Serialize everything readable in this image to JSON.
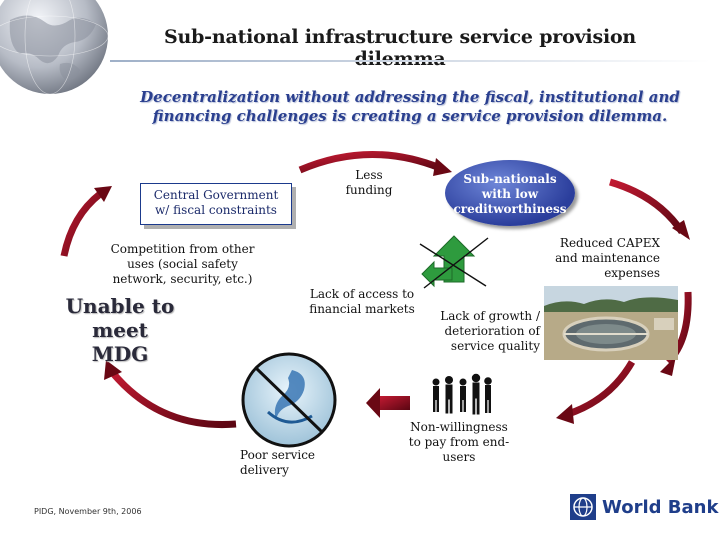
{
  "slide": {
    "title": "Sub-national infrastructure service provision dilemma",
    "subtitle_line1": "Decentralization without addressing the fiscal, institutional and",
    "subtitle_line2": "financing challenges is creating a service provision dilemma."
  },
  "nodes": {
    "central_government": [
      "Central Government",
      "w/ fiscal constraints"
    ],
    "less_funding": [
      "Less",
      "funding"
    ],
    "subnationals": [
      "Sub-nationals",
      "with low",
      "creditworthiness"
    ],
    "reduced_capex": [
      "Reduced CAPEX",
      "and maintenance",
      "expenses"
    ],
    "competition": [
      "Competition from other",
      "uses (social safety",
      "network, security, etc.)"
    ],
    "unable_mdg": [
      "Unable to meet",
      "MDG"
    ],
    "lack_access": [
      "Lack of access to",
      "financial markets"
    ],
    "lack_growth": [
      "Lack of growth /",
      "deterioration of",
      "service quality"
    ],
    "non_willingness": [
      "Non-willingness",
      "to pay from end-",
      "users"
    ],
    "poor_service": [
      "Poor service",
      "delivery"
    ]
  },
  "footer": {
    "date_note": "PIDG, November 9th, 2006",
    "logo_text": "World Bank"
  },
  "colors": {
    "arrow_red": "#7a0a18",
    "navy": "#1b3a8c",
    "green_arrow": "#2e8b3a"
  },
  "icons": [
    "globe-icon",
    "green-arrow-icon",
    "water-prohibited-icon",
    "people-icon",
    "treatment-plant-image",
    "world-bank-logo"
  ]
}
